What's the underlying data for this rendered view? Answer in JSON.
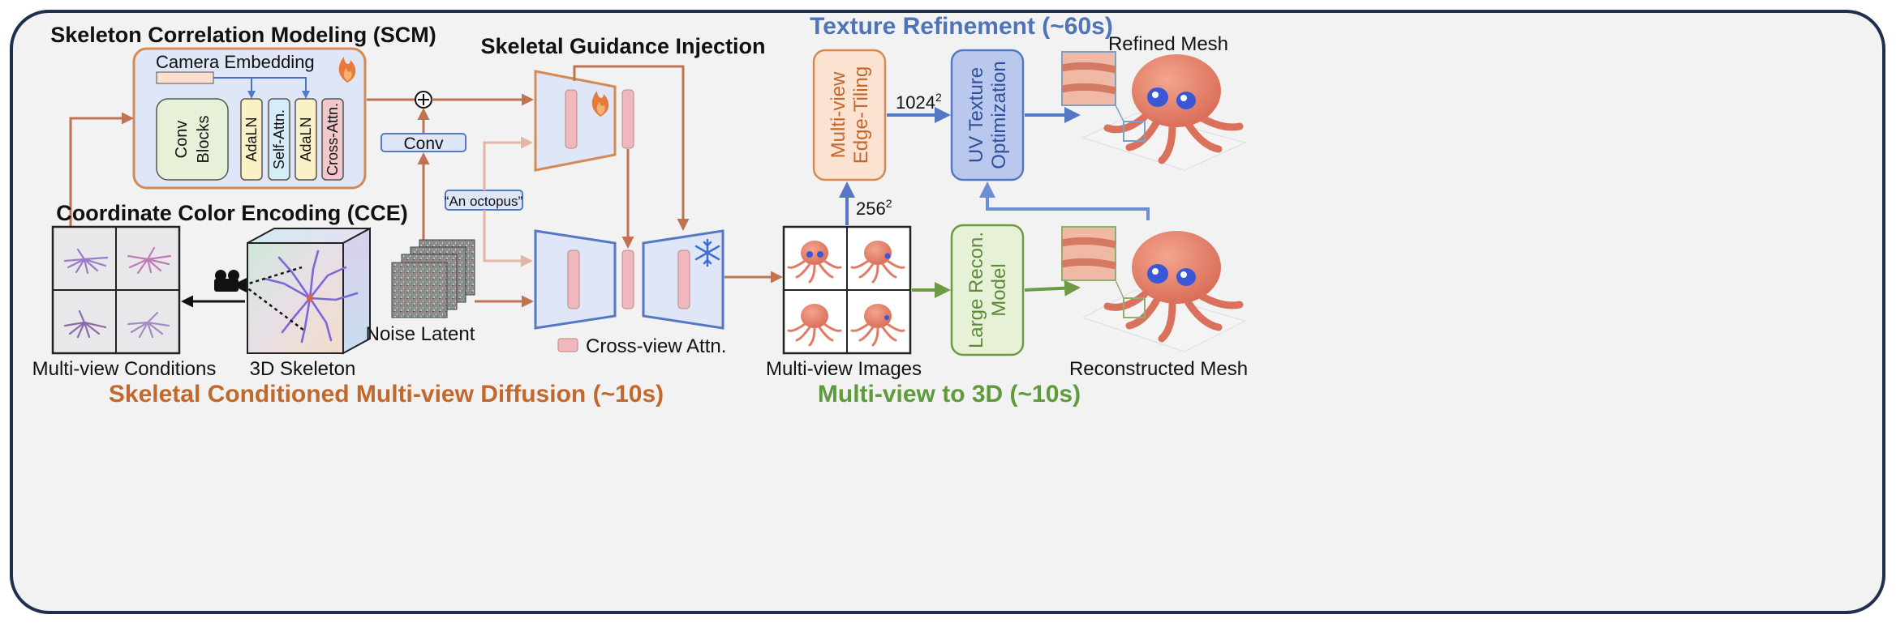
{
  "colors": {
    "brown": "#c07350",
    "blue": "#5578c4",
    "green": "#6e9a45",
    "orange_text": "#c0682d",
    "blue_text": "#4f73b8",
    "green_text": "#5f9a3c",
    "panel_bg": "#f2f2f2",
    "frame": "#1f2f4f"
  },
  "scm": {
    "title": "Skeleton Correlation Modeling (SCM)",
    "camera_embedding": "Camera Embedding",
    "conv_blocks_line1": "Conv",
    "conv_blocks_line2": "Blocks",
    "adaln_1": "AdaLN",
    "self_attn": "Self-Attn.",
    "adaln_2": "AdaLN",
    "cross_attn": "Cross-Attn.",
    "flame_icon": "flame-icon"
  },
  "cce": {
    "title": "Coordinate Color Encoding (CCE)",
    "multi_view_conditions": "Multi-view Conditions",
    "skeleton_3d": "3D Skeleton",
    "camera_icon": "video-camera-icon"
  },
  "injection": {
    "title": "Skeletal Guidance Injection",
    "conv": "Conv",
    "prompt": "“An octopus”",
    "noise_latent": "Noise Latent",
    "legend_cross_view": "Cross-view Attn.",
    "snowflake_icon": "snowflake-icon",
    "plus_symbol": "+"
  },
  "stage1_title": "Skeletal Conditioned Multi-view Diffusion (~10s)",
  "texture": {
    "title": "Texture Refinement (~60s)",
    "edge_tiling_line1": "Multi-view",
    "edge_tiling_line2": "Edge-Tiling",
    "uv_line1": "UV Texture",
    "uv_line2": "Optimization",
    "res_1024_base": "1024",
    "res_1024_exp": "2",
    "res_256_base": "256",
    "res_256_exp": "2",
    "refined_mesh": "Refined Mesh"
  },
  "mv3d": {
    "title": "Multi-view to 3D (~10s)",
    "multi_view_images": "Multi-view Images",
    "lrm_line1": "Large Recon.",
    "lrm_line2": "Model",
    "reconstructed_mesh": "Reconstructed Mesh"
  }
}
